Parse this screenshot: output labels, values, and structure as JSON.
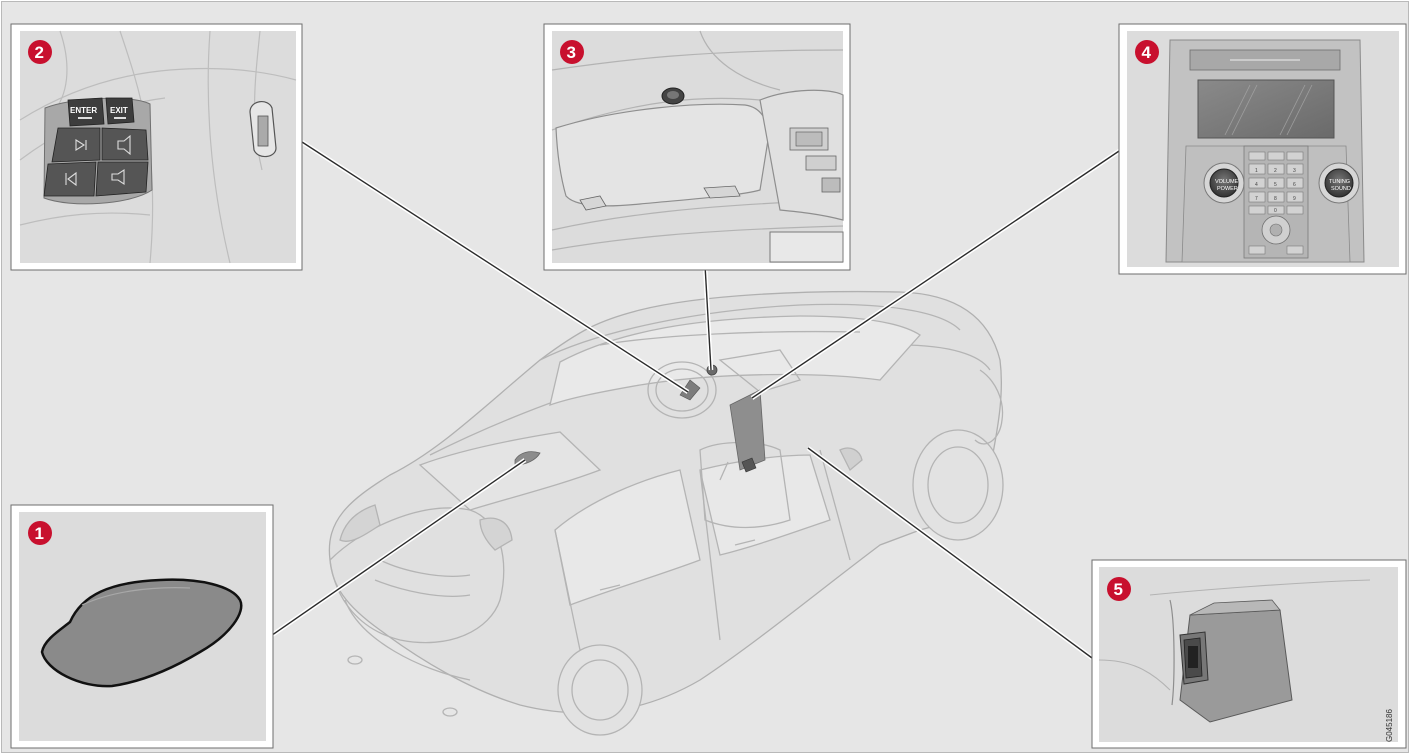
{
  "badges": [
    {
      "number": "1",
      "color": "#c8102e"
    },
    {
      "number": "2",
      "color": "#c8102e"
    },
    {
      "number": "3",
      "color": "#c8102e"
    },
    {
      "number": "4",
      "color": "#c8102e"
    },
    {
      "number": "5",
      "color": "#c8102e"
    }
  ],
  "steering_controls": {
    "enter_label": "ENTER",
    "exit_label": "EXIT"
  },
  "center_console": {
    "volume_label": "VOLUME",
    "power_label": "POWER",
    "tuning_label": "TUNING",
    "sound_label": "SOUND",
    "keypad_keys": [
      "1",
      "2",
      "3",
      "4",
      "5",
      "6",
      "7",
      "8",
      "9",
      "0"
    ]
  },
  "figure_code": "G045186"
}
